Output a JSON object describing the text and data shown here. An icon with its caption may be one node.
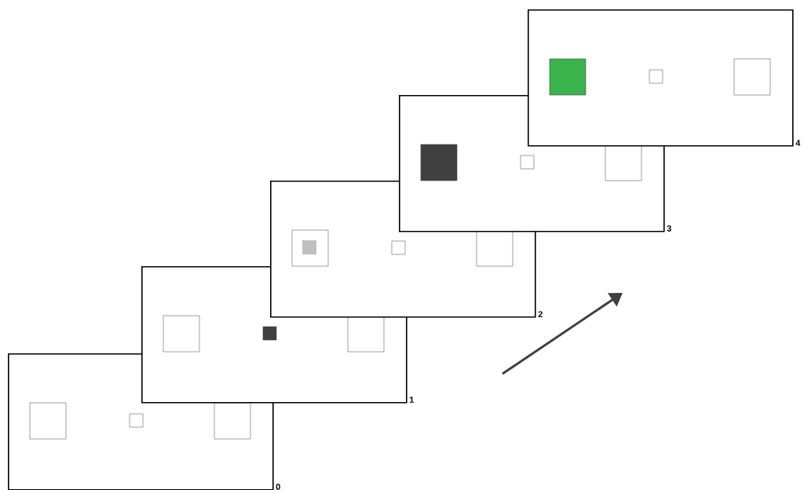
{
  "diagram": {
    "nodes": [
      {
        "text": [],
        "shape": "box",
        "beside": [
          "0"
        ]
      },
      {
        "text": [],
        "shape": "box",
        "beside": [
          "1"
        ]
      },
      {
        "text": [],
        "shape": "box",
        "beside": [
          "2"
        ]
      },
      {
        "text": [],
        "shape": "box",
        "beside": [
          "3"
        ]
      },
      {
        "text": [],
        "shape": "box",
        "beside": [
          "4"
        ]
      }
    ]
  }
}
